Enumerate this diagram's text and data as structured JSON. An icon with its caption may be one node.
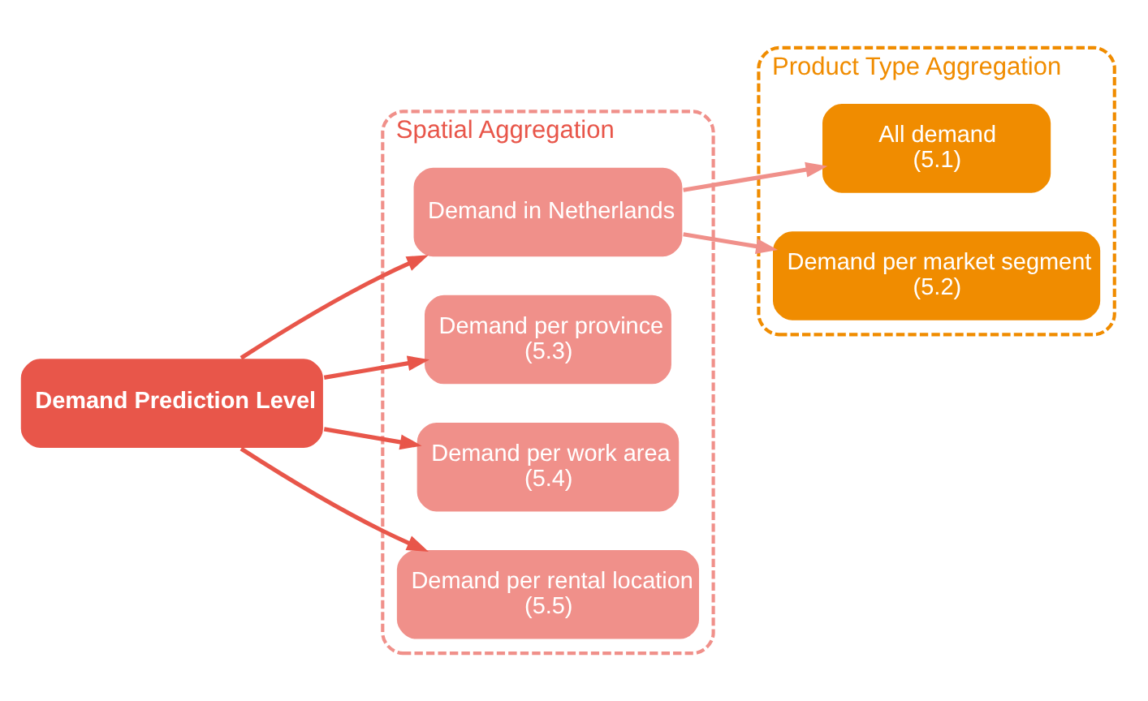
{
  "diagram": {
    "nodes": [
      {
        "text": [
          "Demand Prediction Level"
        ]
      },
      {
        "text": [
          "Spatial Aggregation"
        ]
      },
      {
        "text": [
          "Demand in Netherlands"
        ],
        "in": 1
      },
      {
        "text": [
          "Demand per province",
          "(5.3)"
        ],
        "in": 1
      },
      {
        "text": [
          "Demand per work area",
          "(5.4)"
        ],
        "in": 1
      },
      {
        "text": [
          "Demand per rental location",
          "(5.5)"
        ],
        "in": 1
      },
      {
        "text": [
          "Product Type Aggregation"
        ]
      },
      {
        "text": [
          "All demand",
          "(5.1)"
        ],
        "in": 6
      },
      {
        "text": [
          "Demand per market segment",
          "(5.2)"
        ],
        "in": 6
      }
    ],
    "edges": [
      {
        "from": 0,
        "to": 2,
        "arrow": "to"
      },
      {
        "from": 0,
        "to": 3,
        "arrow": "to"
      },
      {
        "from": 0,
        "to": 4,
        "arrow": "to"
      },
      {
        "from": 0,
        "to": 5,
        "arrow": "to"
      },
      {
        "from": 2,
        "to": 7,
        "arrow": "to",
        "color": "#f0908a"
      },
      {
        "from": 2,
        "to": 8,
        "arrow": "to",
        "color": "#f0908a"
      }
    ]
  }
}
